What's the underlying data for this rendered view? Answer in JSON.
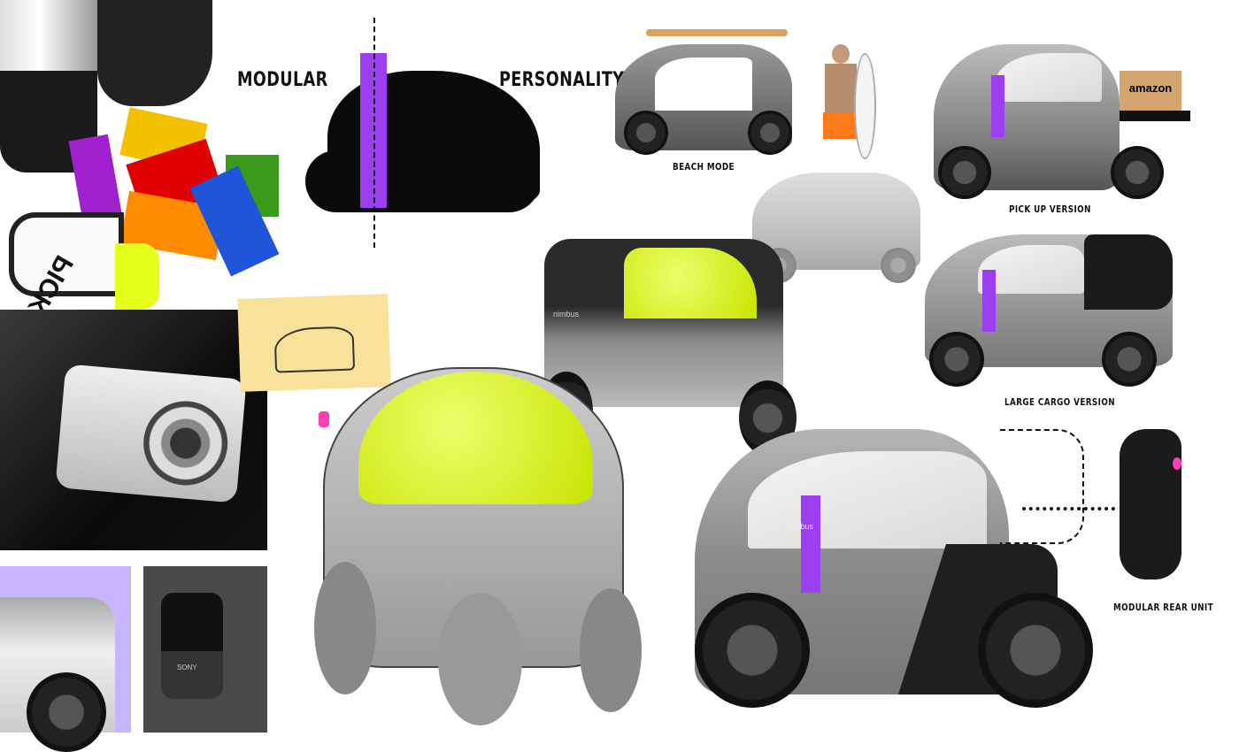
{
  "headings": {
    "modular": "MODULAR",
    "personality": "PERSONALITY"
  },
  "captions": {
    "beach": "BEACH MODE",
    "pickup": "PICK UP VERSION",
    "cargo": "LARGE CARGO VERSION",
    "rear_unit": "MODULAR REAR UNIT"
  },
  "brand_marks": {
    "cargo_box": "amazon",
    "vehicle_badge": "nimbus",
    "speaker": "SONY",
    "tool": "PICKAN"
  },
  "colors": {
    "accent_purple": "#9b3ff0",
    "lime": "#d4ef1a",
    "pink": "#ff3cb4"
  }
}
